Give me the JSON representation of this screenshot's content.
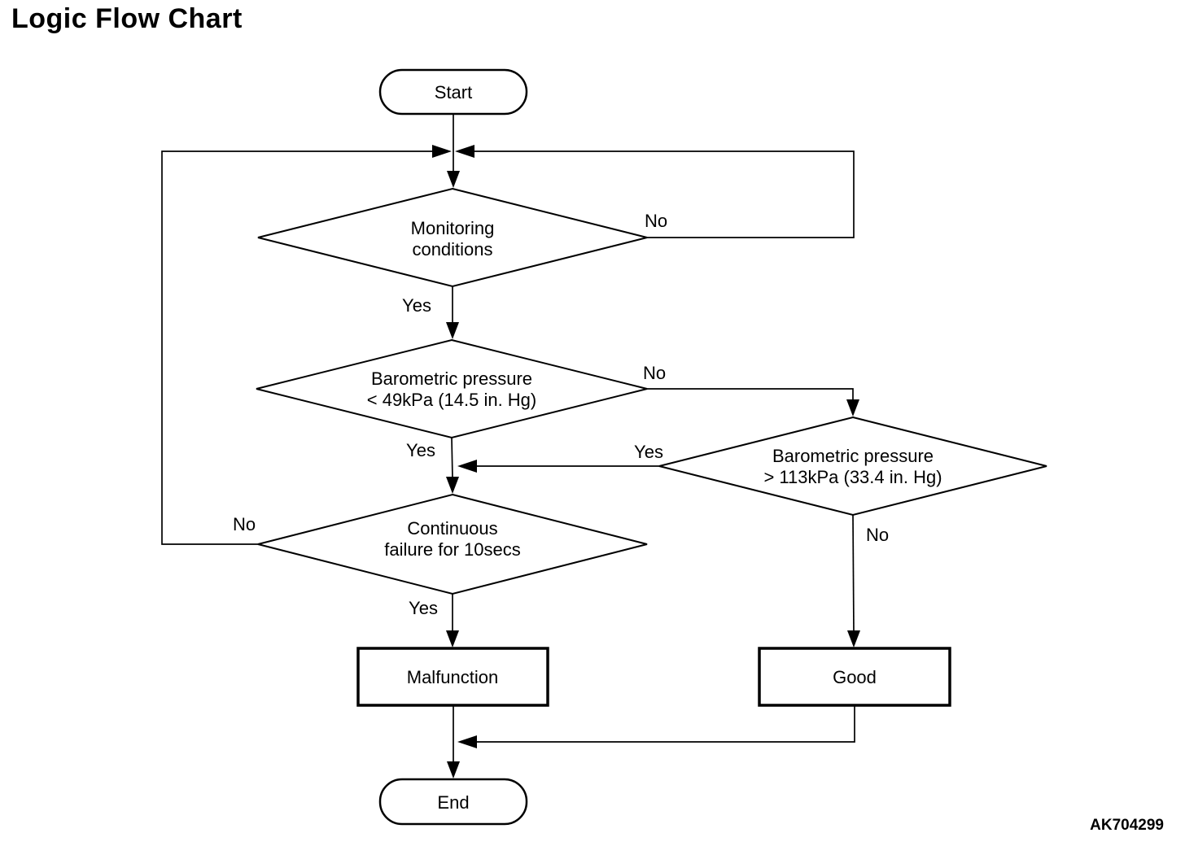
{
  "title": "Logic Flow Chart",
  "figure_code": "AK704299",
  "nodes": {
    "start": {
      "label": "Start"
    },
    "monitoring": {
      "line1": "Monitoring",
      "line2": "conditions"
    },
    "baro_low": {
      "line1": "Barometric pressure",
      "line2": "< 49kPa (14.5 in. Hg)"
    },
    "baro_high": {
      "line1": "Barometric pressure",
      "line2": "> 113kPa (33.4 in. Hg)"
    },
    "continuous": {
      "line1": "Continuous",
      "line2": "failure for 10secs"
    },
    "malfunction": {
      "label": "Malfunction"
    },
    "good": {
      "label": "Good"
    },
    "end": {
      "label": "End"
    }
  },
  "branch_labels": {
    "monitoring_no": "No",
    "monitoring_yes": "Yes",
    "baro_low_no": "No",
    "baro_low_yes": "Yes",
    "baro_high_yes": "Yes",
    "baro_high_no": "No",
    "continuous_no": "No",
    "continuous_yes": "Yes"
  },
  "edges": [
    {
      "from": "start",
      "to": "monitoring",
      "label": ""
    },
    {
      "from": "monitoring",
      "to": "baro_low",
      "label": "Yes"
    },
    {
      "from": "monitoring",
      "to": "monitoring",
      "label": "No",
      "route": "right-top loop back to entry junction"
    },
    {
      "from": "baro_low",
      "to": "continuous",
      "label": "Yes"
    },
    {
      "from": "baro_low",
      "to": "baro_high",
      "label": "No"
    },
    {
      "from": "baro_high",
      "to": "continuous",
      "label": "Yes"
    },
    {
      "from": "baro_high",
      "to": "good",
      "label": "No"
    },
    {
      "from": "continuous",
      "to": "malfunction",
      "label": "Yes"
    },
    {
      "from": "continuous",
      "to": "monitoring",
      "label": "No",
      "route": "left-top loop back to entry junction"
    },
    {
      "from": "malfunction",
      "to": "end",
      "label": ""
    },
    {
      "from": "good",
      "to": "end",
      "label": ""
    }
  ],
  "colors": {
    "line": "#000000",
    "background": "#ffffff",
    "text": "#000000"
  }
}
